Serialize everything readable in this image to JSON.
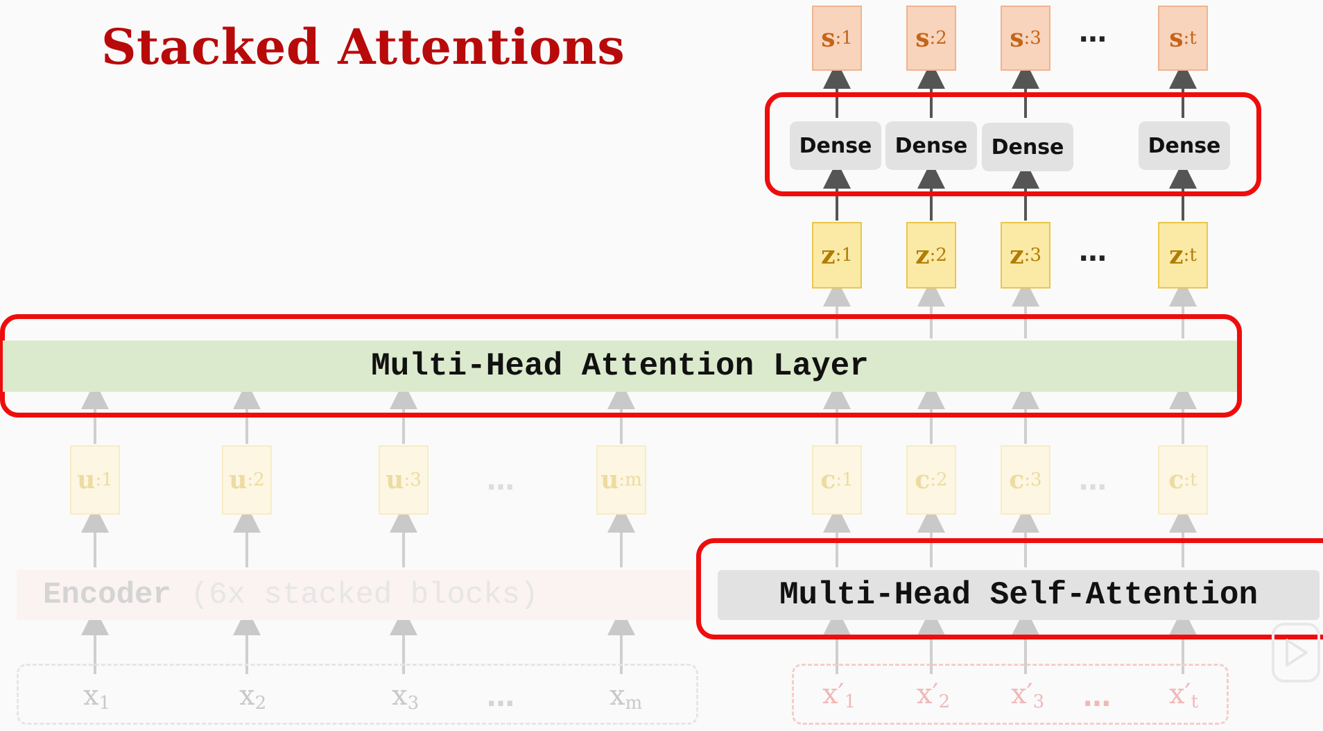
{
  "title": "Stacked Attentions",
  "outputs": [
    {
      "base": "s",
      "sub": ":1"
    },
    {
      "base": "s",
      "sub": ":2"
    },
    {
      "base": "s",
      "sub": ":3"
    },
    {
      "base": "s",
      "sub": ":t"
    }
  ],
  "dense_labels": [
    "Dense",
    "Dense",
    "Dense",
    "Dense"
  ],
  "z_vectors": [
    {
      "base": "z",
      "sub": ":1"
    },
    {
      "base": "z",
      "sub": ":2"
    },
    {
      "base": "z",
      "sub": ":3"
    },
    {
      "base": "z",
      "sub": ":t"
    }
  ],
  "mha_layer_label": "Multi-Head Attention Layer",
  "u_vectors": [
    {
      "base": "u",
      "sub": ":1"
    },
    {
      "base": "u",
      "sub": ":2"
    },
    {
      "base": "u",
      "sub": ":3"
    },
    {
      "base": "u",
      "sub": ":m"
    }
  ],
  "c_vectors": [
    {
      "base": "c",
      "sub": ":1"
    },
    {
      "base": "c",
      "sub": ":2"
    },
    {
      "base": "c",
      "sub": ":3"
    },
    {
      "base": "c",
      "sub": ":t"
    }
  ],
  "encoder": {
    "name": "Encoder",
    "note": "(6x stacked blocks)"
  },
  "self_attention_label": "Multi-Head Self-Attention",
  "encoder_inputs": [
    {
      "base": "x",
      "sub": "1"
    },
    {
      "base": "x",
      "sub": "2"
    },
    {
      "base": "x",
      "sub": "3"
    },
    {
      "base": "x",
      "sub": "m"
    }
  ],
  "decoder_inputs": [
    {
      "base": "x′",
      "sub": "1"
    },
    {
      "base": "x′",
      "sub": "2"
    },
    {
      "base": "x′",
      "sub": "3"
    },
    {
      "base": "x′",
      "sub": "t"
    }
  ],
  "ellipsis": "…",
  "colors": {
    "title": "#b80a0a",
    "highlight_box": "#ee0d0d",
    "mha_layer_fill": "#dbeacd",
    "s_box_fill": "#f8d4bc",
    "z_box_fill": "#fbe9a6",
    "dense_fill": "#e2e2e2"
  }
}
